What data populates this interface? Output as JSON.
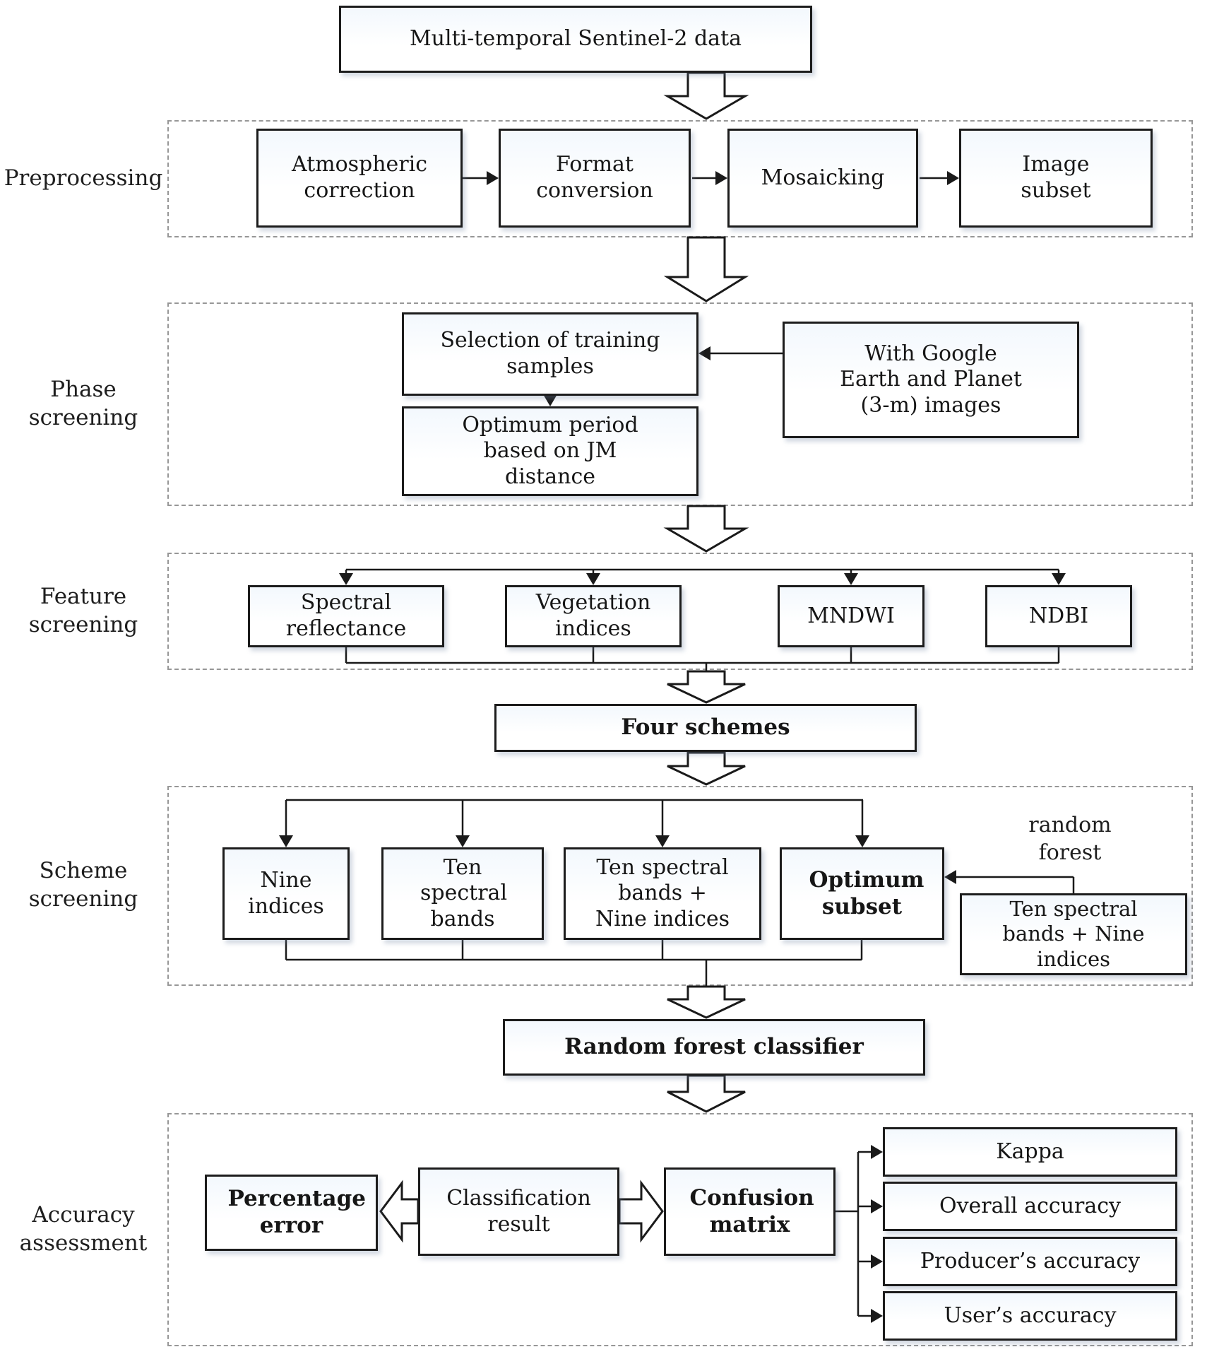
{
  "figure": {
    "background_color": "#ffffff",
    "line_color": "#1a1a1a",
    "dash_color": "#979797"
  },
  "top_box": {
    "label": "Multi-temporal Sentinel-2 data"
  },
  "preprocessing": {
    "label": "Preprocessing",
    "steps": [
      {
        "label": "Atmospheric correction"
      },
      {
        "label": "Format conversion"
      },
      {
        "label": "Mosaicking"
      },
      {
        "label": "Image subset"
      }
    ]
  },
  "phase_screening": {
    "label": "Phase screening",
    "selection_box": "Selection of training samples",
    "reference_box": "With Google Earth and Planet (3-m) images",
    "optimum_box": "Optimum period based on JM distance"
  },
  "feature_screening": {
    "label": "Feature screening",
    "features": [
      {
        "label": "Spectral reflectance"
      },
      {
        "label": "Vegetation indices"
      },
      {
        "label": "MNDWI"
      },
      {
        "label": "NDBI"
      }
    ]
  },
  "four_schemes_box": {
    "label": "Four schemes"
  },
  "scheme_screening": {
    "label": "Scheme screening",
    "schemes": [
      {
        "label": "Nine indices"
      },
      {
        "label": "Ten spectral bands"
      },
      {
        "label": "Ten spectral bands + Nine indices"
      },
      {
        "label": "Optimum subset"
      }
    ],
    "annotation": "random forest",
    "subset_source_box": "Ten spectral bands + Nine indices"
  },
  "classifier_box": {
    "label": "Random forest classifier"
  },
  "accuracy_assessment": {
    "label": "Accuracy assessment",
    "percentage_error_box": "Percentage error",
    "classification_result_box": "Classification result",
    "confusion_matrix_box": "Confusion matrix",
    "metrics": [
      {
        "label": "Kappa"
      },
      {
        "label": "Overall accuracy"
      },
      {
        "label": "Producer’s accuracy"
      },
      {
        "label": "User’s accuracy"
      }
    ]
  }
}
